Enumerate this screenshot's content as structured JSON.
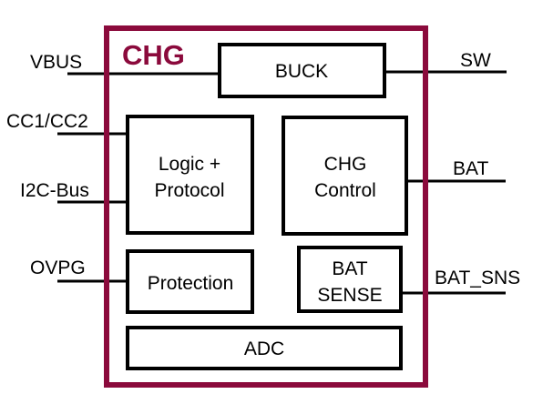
{
  "chip": {
    "title": "CHG",
    "outline_color": "#8b0a3c",
    "title_color": "#8b0a3c"
  },
  "blocks": {
    "buck": "BUCK",
    "logic_line1": "Logic +",
    "logic_line2": "Protocol",
    "chg_control_line1": "CHG",
    "chg_control_line2": "Control",
    "protection": "Protection",
    "bat_sense_line1": "BAT",
    "bat_sense_line2": "SENSE",
    "adc": "ADC"
  },
  "pins": {
    "vbus": "VBUS",
    "cc": "CC1/CC2",
    "i2c": "I2C-Bus",
    "ovpg": "OVPG",
    "sw": "SW",
    "bat": "BAT",
    "bat_sns": "BAT_SNS"
  }
}
